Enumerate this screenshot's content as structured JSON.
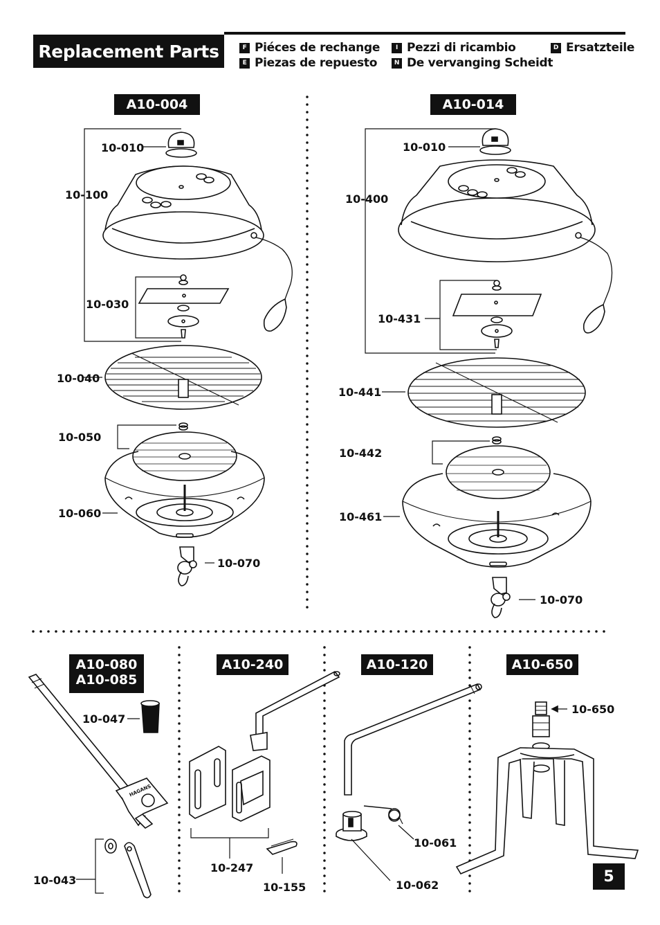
{
  "header": {
    "title": "Replacement Parts",
    "languages": [
      {
        "code": "F",
        "label": "Piéces de rechange"
      },
      {
        "code": "E",
        "label": "Piezas de repuesto"
      },
      {
        "code": "I",
        "label": "Pezzi di ricambio"
      },
      {
        "code": "N",
        "label": "De vervanging Scheidt"
      },
      {
        "code": "D",
        "label": "Ersatzteile"
      }
    ]
  },
  "sections": {
    "a10_004": {
      "title": "A10-004",
      "parts": [
        "10-010",
        "10-100",
        "10-030",
        "10-040",
        "10-050",
        "10-060",
        "10-070"
      ]
    },
    "a10_014": {
      "title": "A10-014",
      "parts": [
        "10-010",
        "10-400",
        "10-431",
        "10-441",
        "10-442",
        "10-461",
        "10-070"
      ]
    },
    "a10_080": {
      "title_line1": "A10-080",
      "title_line2": "A10-085",
      "parts": [
        "10-047",
        "10-043"
      ],
      "clamp_text": "HAGANS"
    },
    "a10_240": {
      "title": "A10-240",
      "parts": [
        "10-247",
        "10-155"
      ]
    },
    "a10_120": {
      "title": "A10-120",
      "parts": [
        "10-061",
        "10-062"
      ]
    },
    "a10_650": {
      "title": "A10-650",
      "parts": [
        "10-650"
      ]
    }
  },
  "page_number": "5"
}
